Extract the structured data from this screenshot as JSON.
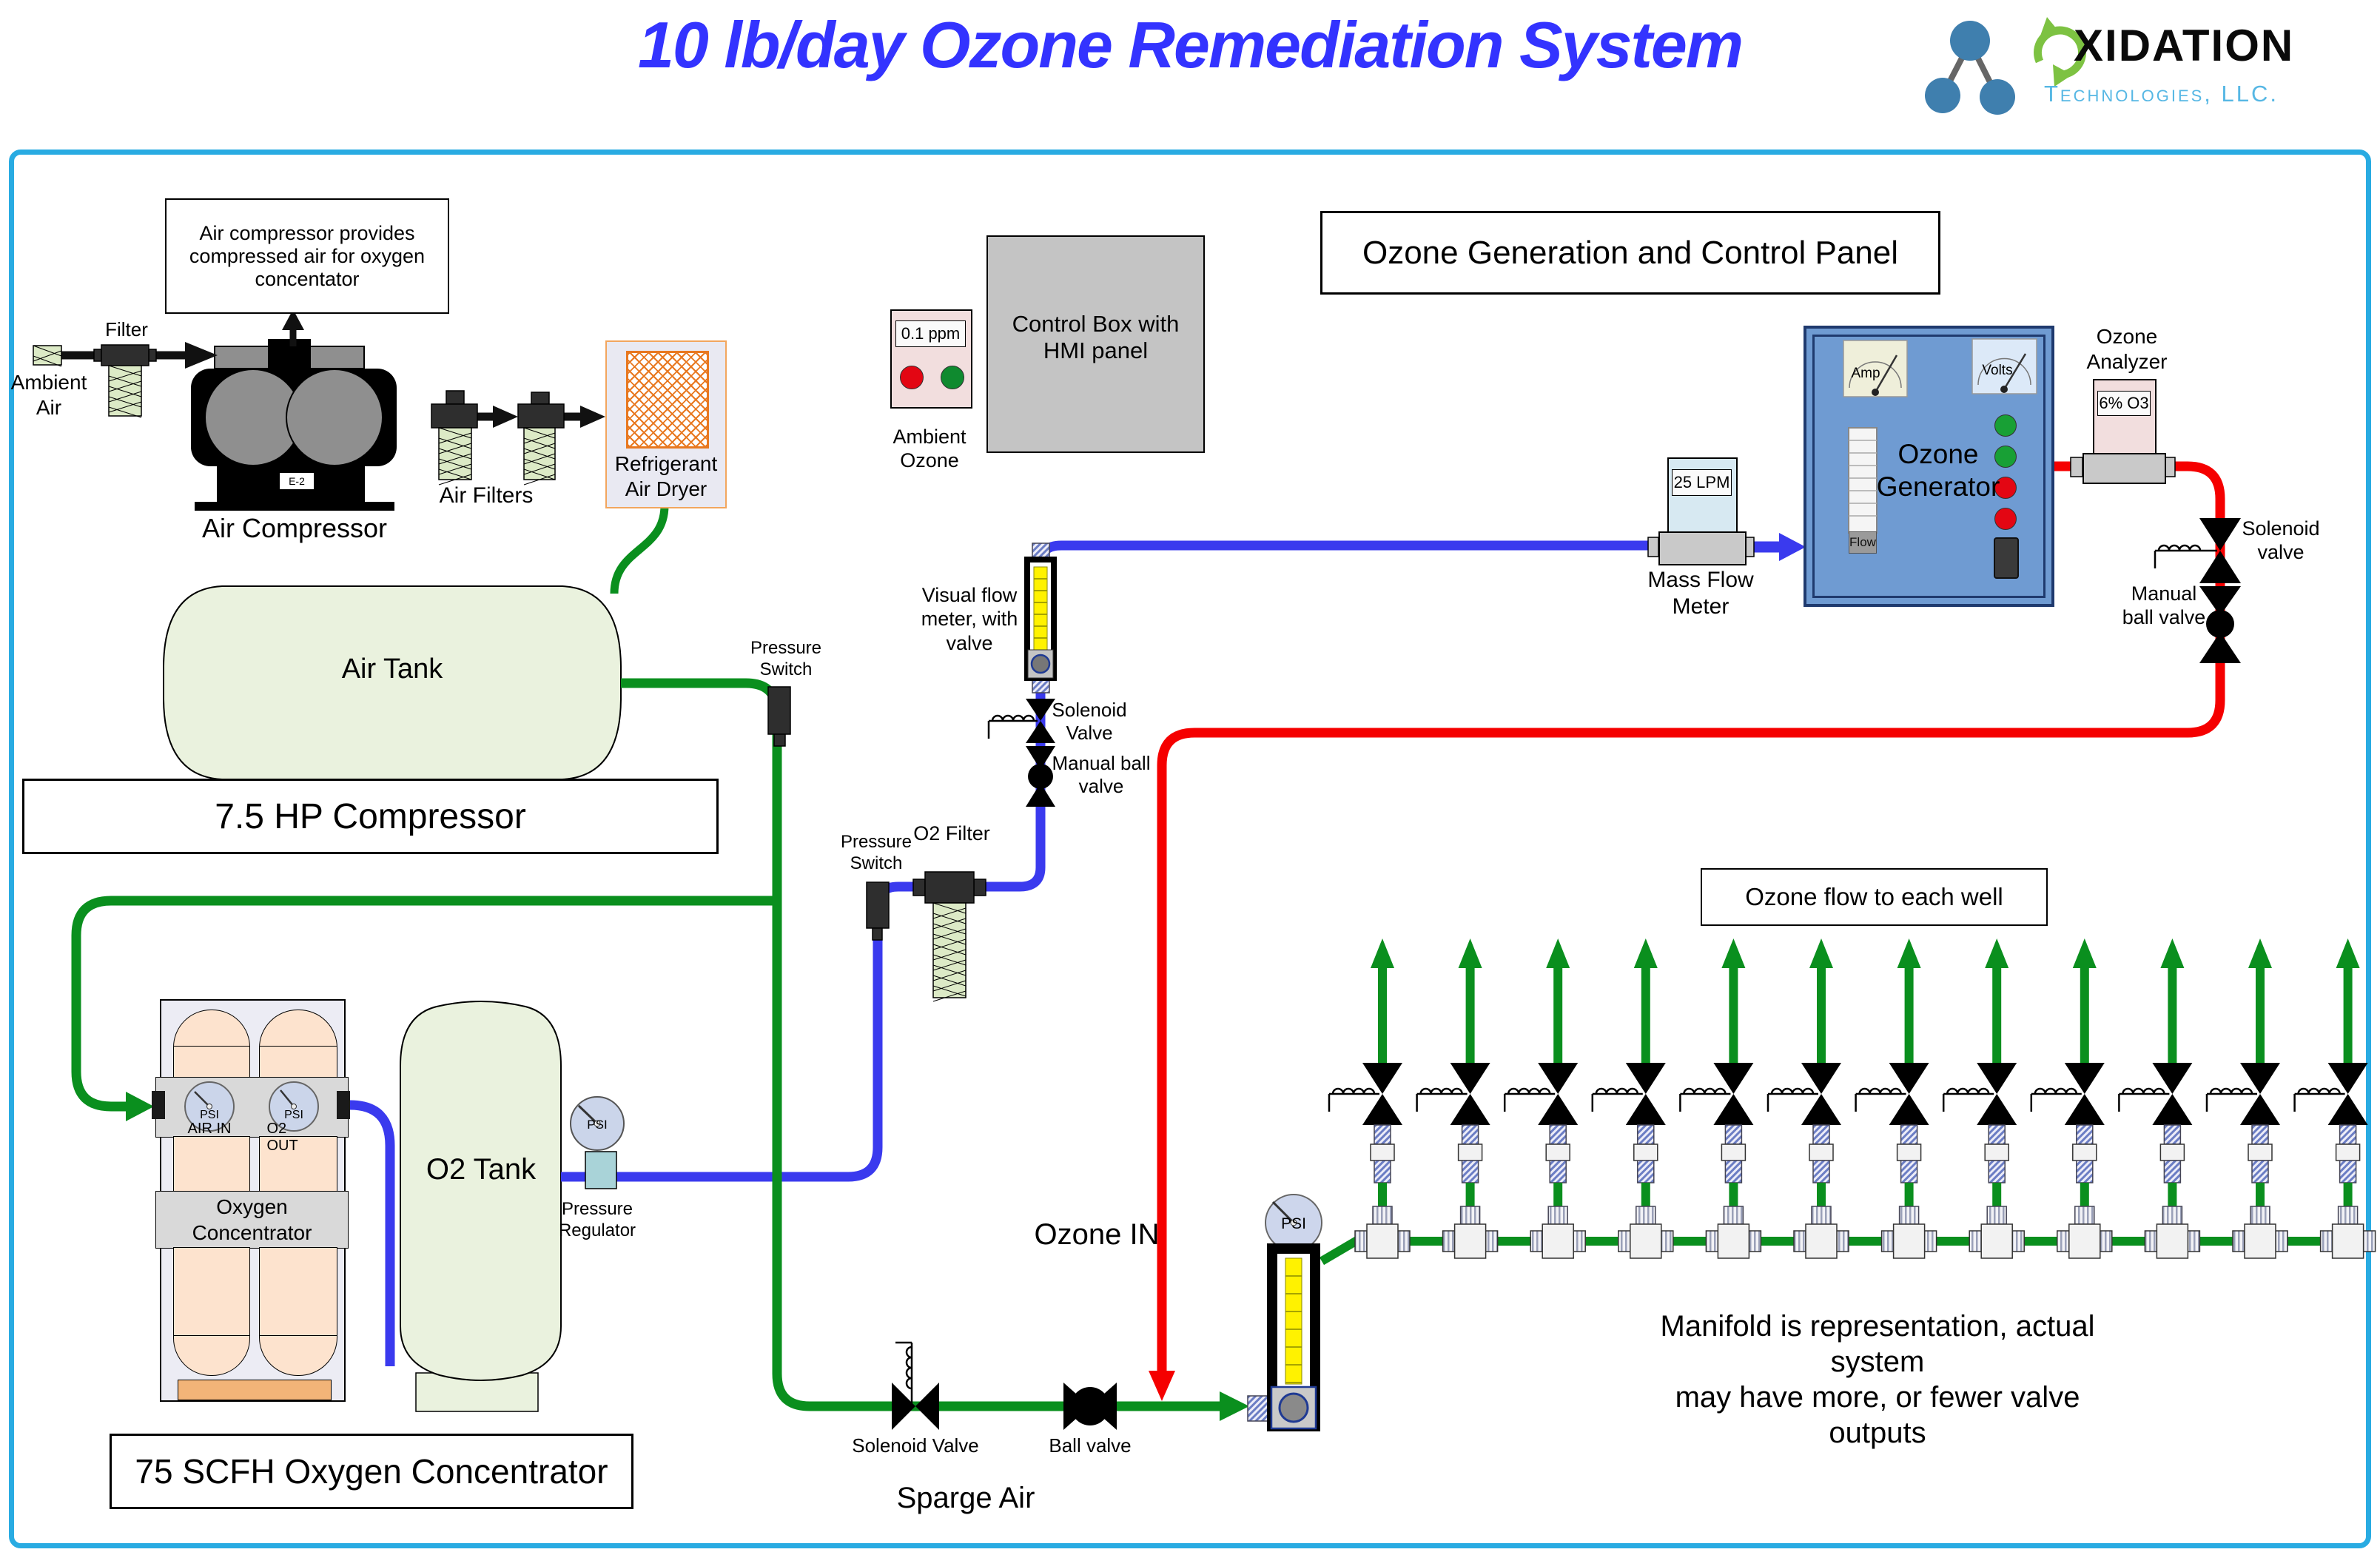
{
  "title": "10 lb/day Ozone Remediation System",
  "logo": {
    "wordmark": "XIDATION",
    "subtitle": "Technologies, LLC."
  },
  "colors": {
    "border": "#29ABE2",
    "title": "#3333FF",
    "pipe_green": "#0A8F1E",
    "pipe_blue": "#3A3AEE",
    "pipe_red": "#F50000",
    "panel_blue": "#6F9BD2",
    "tank_fill": "#EAF2DE",
    "cylinder_peach": "#FDE3CE",
    "filter_fill": "#DCEAC6",
    "dryer_accent": "#E87820",
    "monitor_pink": "#F2DEDE",
    "led_green": "#18A035",
    "led_red": "#E30613",
    "logo_blue": "#3F7FAE",
    "logo_green": "#7DC242",
    "logo_text_blue": "#56B7E4",
    "flow_yellow": "#FFF200"
  },
  "labels": {
    "annotation": "Air compressor provides\ncompressed air for oxygen\nconcentator",
    "filter": "Filter",
    "ambient_air": "Ambient\nAir",
    "air_compressor": "Air Compressor",
    "e2": "E-2",
    "air_filters": "Air Filters",
    "dryer": "Refrigerant\nAir Dryer",
    "air_tank": "Air Tank",
    "hp_compressor": "7.5 HP Compressor",
    "pressure_switch": "Pressure\nSwitch",
    "ambient_ozone": "Ambient\nOzone",
    "control_box": "Control Box with\nHMI panel",
    "header": "Ozone Generation and Control Panel",
    "mass_flow_meter": "Mass Flow\nMeter",
    "amp": "Amp",
    "volts": "Volts",
    "ozone_generator": "Ozone\nGenerator",
    "flow": "Flow",
    "ozone_analyzer": "Ozone\nAnalyzer",
    "solenoid_valve_right": "Solenoid\nvalve",
    "manual_ball_valve_right": "Manual\nball valve",
    "visual_flow_meter": "Visual flow\nmeter, with\nvalve",
    "solenoid_valve_mid": "Solenoid\nValve",
    "manual_ball_valve_mid": "Manual ball\nvalve",
    "o2_filter": "O2 Filter",
    "air_in": "AIR IN",
    "o2_out": "O2 OUT",
    "oxygen_concentrator": "Oxygen\nConcentrator",
    "scfh_concentrator": "75 SCFH Oxygen Concentrator",
    "o2_tank": "O2 Tank",
    "pressure_regulator": "Pressure\nRegulator",
    "ozone_in": "Ozone IN",
    "sparge_air": "Sparge Air",
    "solenoid_valve_sparge": "Solenoid Valve",
    "ball_valve": "Ball valve"
  },
  "values": {
    "ambient_ozone_reading": "0.1 ppm",
    "mass_flow_reading": "25 LPM",
    "ozone_concentration": "6% O3",
    "psi": "PSI"
  },
  "manifold": {
    "output_count": 12,
    "wells_label": "Ozone flow to each well",
    "note": "Manifold is representation, actual system\nmay have more, or fewer valve outputs"
  }
}
